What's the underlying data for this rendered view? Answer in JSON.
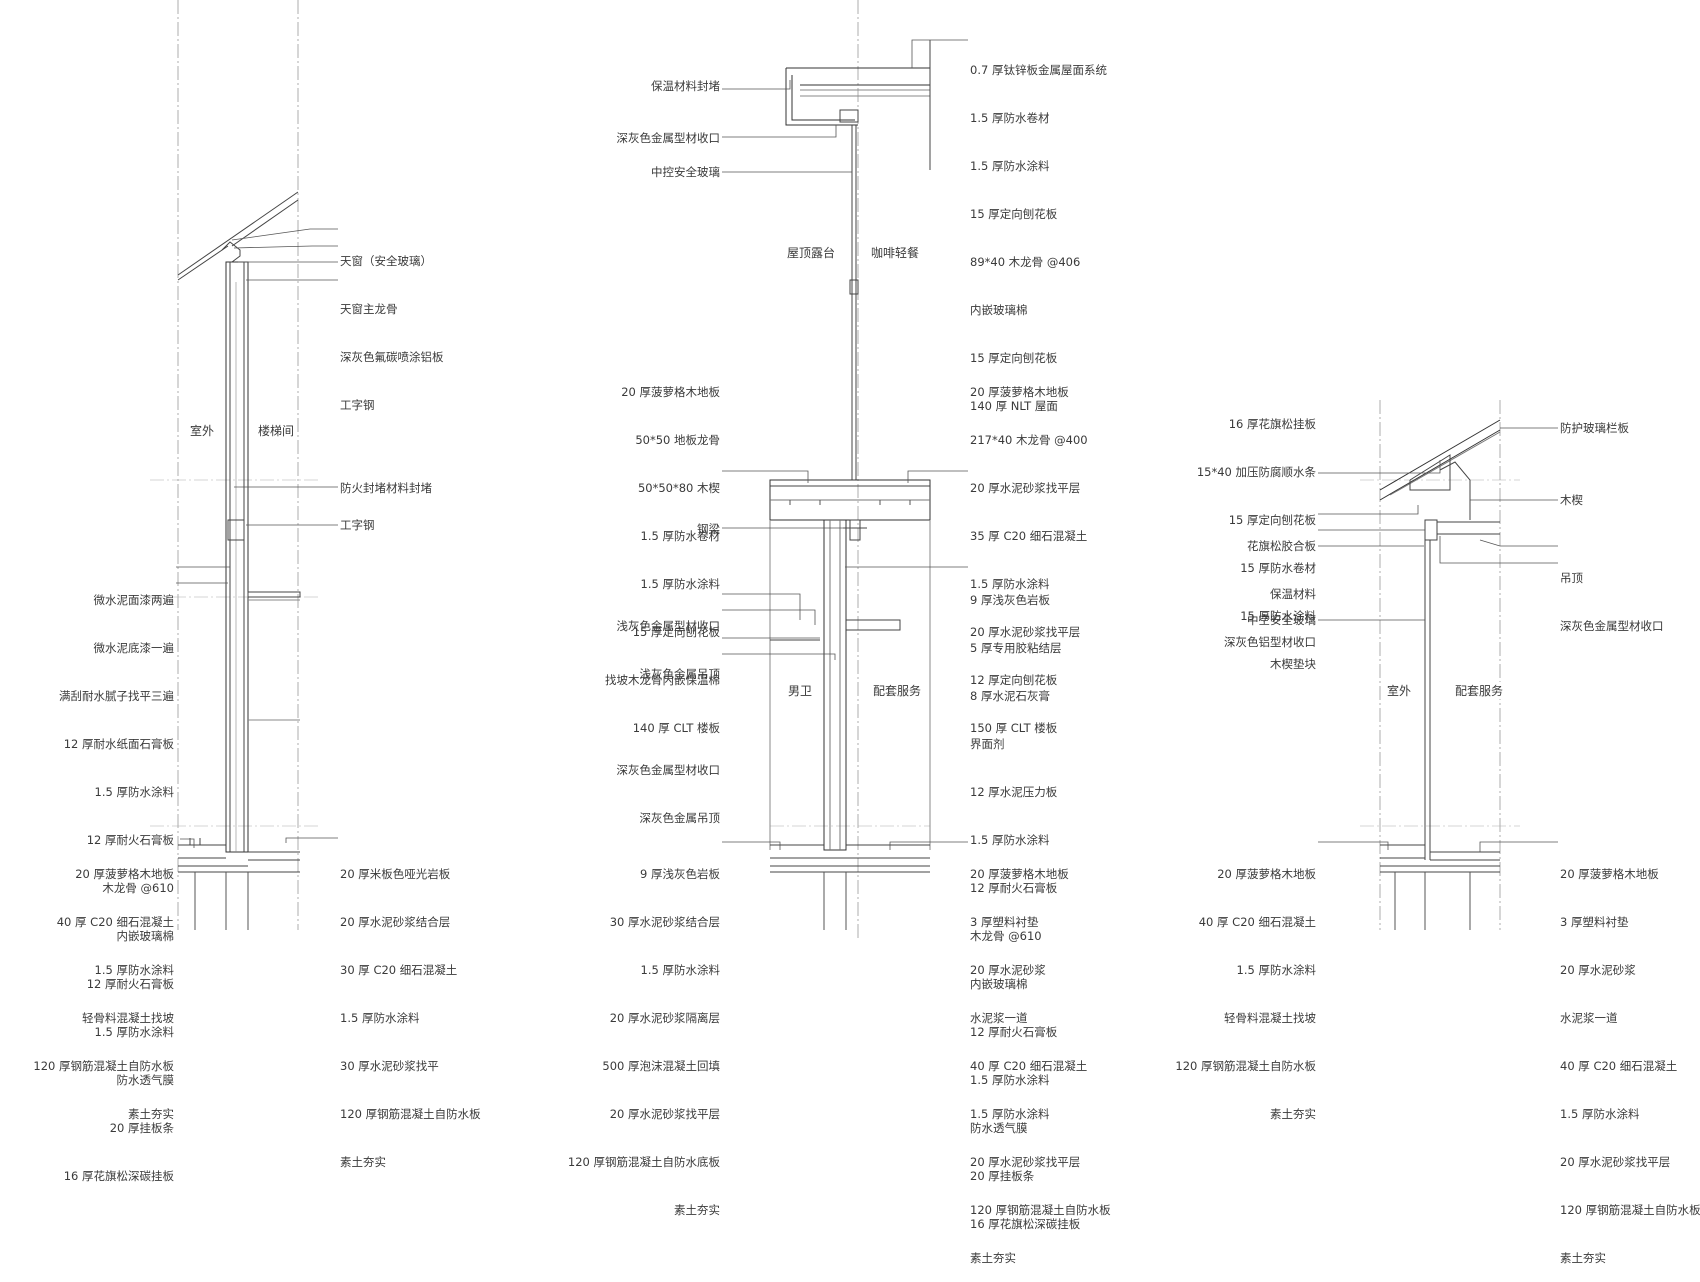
{
  "drawing": {
    "rooms": {
      "left_outdoor": "室外",
      "left_stair": "楼梯间",
      "mid_terrace": "屋顶露台",
      "mid_cafe": "咖啡轻餐",
      "mid_wc": "男卫",
      "mid_service": "配套服务",
      "right_outdoor": "室外",
      "right_service": "配套服务"
    },
    "left_section": {
      "skylight_labels": [
        "天窗（安全玻璃）",
        "天窗主龙骨",
        "深灰色氟碳喷涂铝板",
        "工字钢"
      ],
      "fire_seal": "防火封堵材料封堵",
      "ibeam": "工字钢",
      "wall_layers": [
        "微水泥面漆两遍",
        "微水泥底漆一遍",
        "满刮耐水腻子找平三遍",
        "12 厚耐水纸面石膏板",
        "1.5 厚防水涂料",
        "12 厚耐火石膏板",
        "木龙骨 @610",
        "内嵌玻璃棉",
        "12 厚耐火石膏板",
        "1.5 厚防水涂料",
        "防水透气膜",
        "20 厚挂板条",
        "16 厚花旗松深碳挂板"
      ],
      "floor_outside": [
        "20 厚菠萝格木地板",
        "40 厚 C20 细石混凝土",
        "1.5 厚防水涂料",
        "轻骨料混凝土找坡",
        "120 厚钢筋混凝土自防水板",
        "素土夯实"
      ],
      "floor_inside": [
        "20 厚米板色哑光岩板",
        "20 厚水泥砂浆结合层",
        "30 厚 C20 细石混凝土",
        "1.5 厚防水涂料",
        "30 厚水泥砂浆找平",
        "120 厚钢筋混凝土自防水板",
        "素土夯实"
      ]
    },
    "mid_section": {
      "roof_layers": [
        "0.7 厚钛锌板金属屋面系统",
        "1.5 厚防水卷材",
        "1.5 厚防水涂料",
        "15 厚定向刨花板",
        "89*40 木龙骨 @406",
        "内嵌玻璃棉",
        "15 厚定向刨花板",
        "140 厚 NLT 屋面"
      ],
      "insulation_seal": "保温材料封堵",
      "dark_trim_top": "深灰色金属型材收口",
      "glass": "中控安全玻璃",
      "terrace_floor": [
        "20 厚菠萝格木地板",
        "50*50 地板龙骨",
        "50*50*80 木楔",
        "1.5 厚防水卷材",
        "1.5 厚防水涂料",
        "15 厚定向刨花板",
        "找坡木龙骨内嵌保温棉",
        "140 厚 CLT 楼板"
      ],
      "cafe_floor": [
        "20 厚菠萝格木地板",
        "217*40 木龙骨 @400",
        "20 厚水泥砂浆找平层",
        "35 厚 C20 细石混凝土",
        "1.5 厚防水涂料",
        "20 厚水泥砂浆找平层",
        "12 厚定向刨花板",
        "150 厚 CLT 楼板"
      ],
      "steel_beam": "钢梁",
      "ceiling_labels": [
        "浅灰色金属型材收口",
        "浅灰色金属吊顶",
        "",
        "深灰色金属型材收口",
        "深灰色金属吊顶"
      ],
      "wall_layers": [
        "9 厚浅灰色岩板",
        "5 厚专用胶粘结层",
        "8 厚水泥石灰膏",
        "界面剂",
        "12 厚水泥压力板",
        "1.5 厚防水涂料",
        "12 厚耐火石膏板",
        "木龙骨 @610",
        "内嵌玻璃棉",
        "12 厚耐火石膏板",
        "1.5 厚防水涂料",
        "防水透气膜",
        "20 厚挂板条",
        "16 厚花旗松深碳挂板"
      ],
      "floor_wc": [
        "9 厚浅灰色岩板",
        "30 厚水泥砂浆结合层",
        "1.5 厚防水涂料",
        "20 厚水泥砂浆隔离层",
        "500 厚泡沫混凝土回填",
        "20 厚水泥砂浆找平层",
        "120 厚钢筋混凝土自防水底板",
        "素土夯实"
      ],
      "floor_service": [
        "20 厚菠萝格木地板",
        "3 厚塑料衬垫",
        "20 厚水泥砂浆",
        "水泥浆一道",
        "40 厚 C20 细石混凝土",
        "1.5 厚防水涂料",
        "20 厚水泥砂浆找平层",
        "120 厚钢筋混凝土自防水板",
        "素土夯实"
      ]
    },
    "right_section": {
      "canopy_layers": [
        "16 厚花旗松挂板",
        "15*40 加压防腐顺水条",
        "15 厚定向刨花板",
        "15 厚防水卷材",
        "15 厚防水涂料",
        "木楔垫块"
      ],
      "guard_glass": "防护玻璃栏板",
      "wood_wedge": "木楔",
      "left_misc": [
        "花旗松胶合板",
        "保温材料",
        "深灰色铝型材收口"
      ],
      "right_misc": [
        "吊顶",
        "深灰色金属型材收口"
      ],
      "glass": "中空安全玻璃",
      "floor_outside": [
        "20 厚菠萝格木地板",
        "40 厚 C20 细石混凝土",
        "1.5 厚防水涂料",
        "轻骨料混凝土找坡",
        "120 厚钢筋混凝土自防水板",
        "素土夯实"
      ],
      "floor_inside": [
        "20 厚菠萝格木地板",
        "3 厚塑料衬垫",
        "20 厚水泥砂浆",
        "水泥浆一道",
        "40 厚 C20 细石混凝土",
        "1.5 厚防水涂料",
        "20 厚水泥砂浆找平层",
        "120 厚钢筋混凝土自防水板",
        "素土夯实"
      ]
    }
  }
}
